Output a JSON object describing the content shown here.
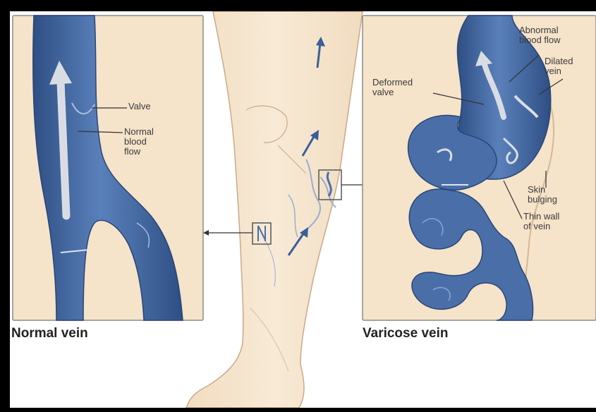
{
  "left_panel": {
    "caption": "Normal vein",
    "labels": {
      "valve": "Valve",
      "normal_flow": "Normal\nblood\nflow"
    }
  },
  "right_panel": {
    "caption": "Varicose vein",
    "labels": {
      "abnormal_flow": "Abnormal\nblood flow",
      "dilated": "Dilated\nvein",
      "deformed_valve": "Deformed\nvalve",
      "skin_bulging": "Skin\nbulging",
      "thin_wall": "Thin wall\nof vein"
    }
  },
  "colors": {
    "skin": "#f6e6cf",
    "vein": "#4a6fa8",
    "vein_dark": "#2e4f84",
    "vein_light": "#7c9bcb",
    "flow_arrow": "#d9dde3",
    "frame": "#000000"
  }
}
